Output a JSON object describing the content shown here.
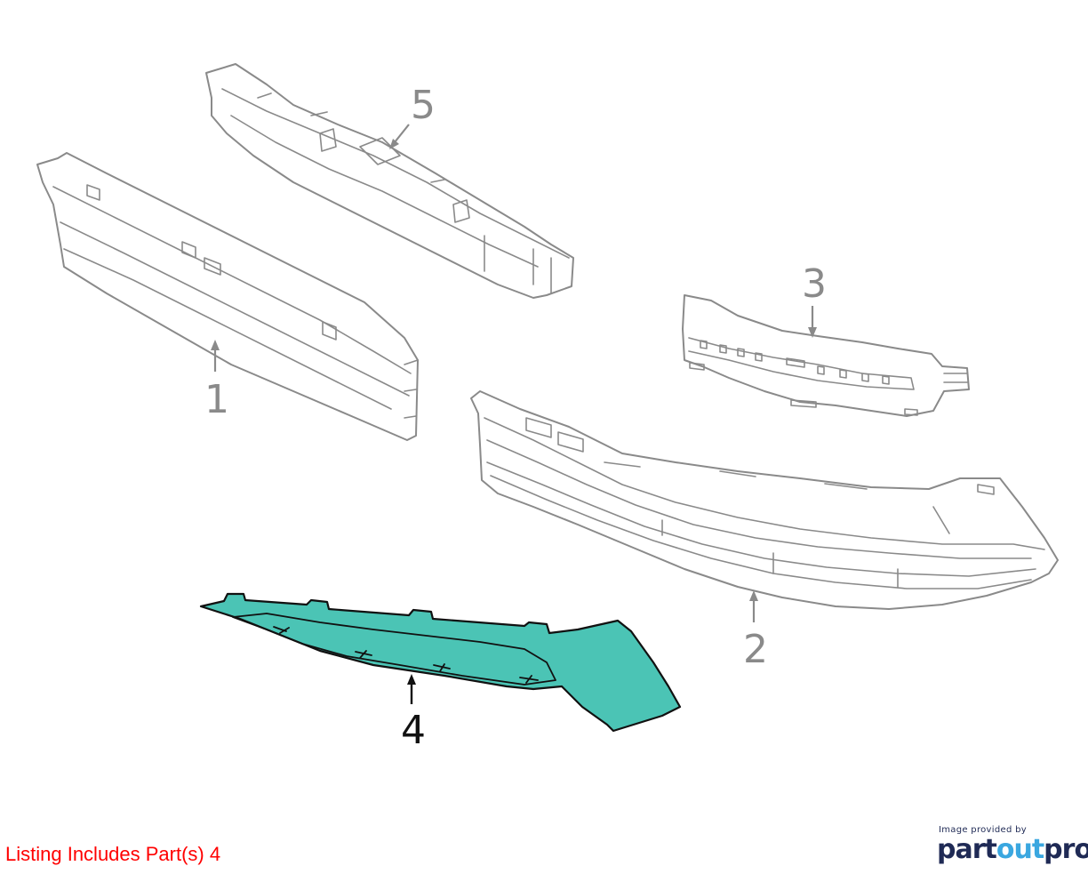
{
  "callouts": {
    "part1": "1",
    "part2": "2",
    "part3": "3",
    "part4": "4",
    "part5": "5"
  },
  "highlight_color": "#4bc4b5",
  "outline_color": "#8a8a8a",
  "listing_note": "Listing Includes Part(s) 4",
  "brand": {
    "caption": "Image provided by",
    "logo_part1": "part",
    "logo_part2": "out",
    "logo_part3": "pro"
  }
}
